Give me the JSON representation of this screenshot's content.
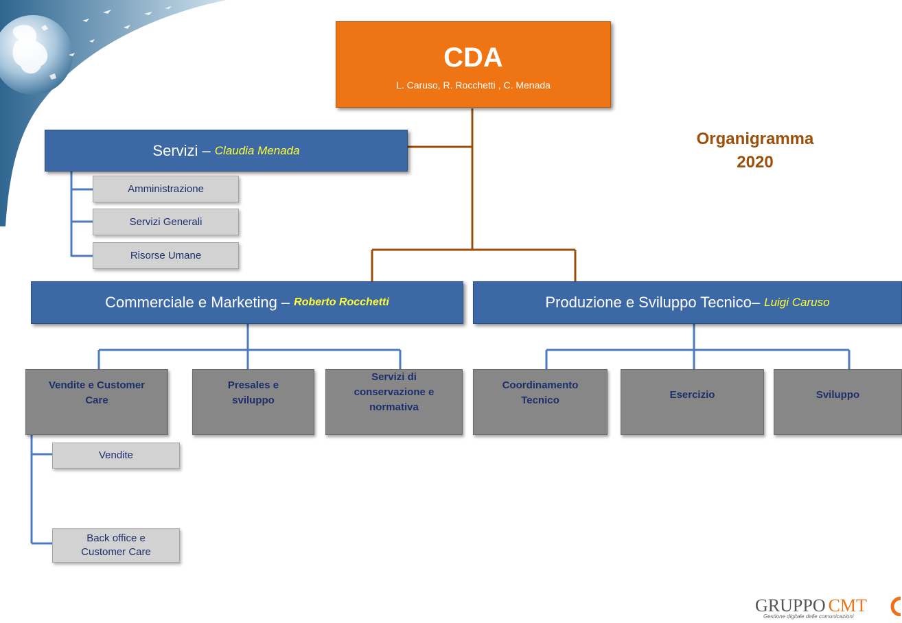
{
  "title": {
    "line1": "Organigramma",
    "line2": "2020"
  },
  "cda": {
    "title": "CDA",
    "members": "L. Caruso, R. Rocchetti , C. Menada"
  },
  "servizi": {
    "label": "Servizi –",
    "head": "Claudia Menada",
    "sub": [
      "Amministrazione",
      "Servizi Generali",
      "Risorse Umane"
    ]
  },
  "commerciale": {
    "label": "Commerciale e Marketing –",
    "head": "Roberto Rocchetti",
    "units": [
      {
        "l1": "Vendite e Customer",
        "l2": "Care"
      },
      {
        "l1": "Presales e",
        "l2": "sviluppo"
      },
      {
        "l1": "Servizi di",
        "l2": "conservazione e",
        "l3": "normativa"
      }
    ],
    "sub": [
      {
        "l1": "Vendite"
      },
      {
        "l1": "Back office e",
        "l2": "Customer Care"
      }
    ]
  },
  "produzione": {
    "label": "Produzione e Sviluppo Tecnico–",
    "head": "Luigi Caruso",
    "units": [
      {
        "l1": "Coordinamento",
        "l2": "Tecnico"
      },
      {
        "l1": "Esercizio"
      },
      {
        "l1": "Sviluppo"
      }
    ]
  },
  "logo": {
    "gruppo": "GRUPPO",
    "cmt": "CMT",
    "tagline": "Gestione digitale delle comunicazioni"
  },
  "colors": {
    "orange": "#ef7414",
    "blue": "#3d68a6",
    "gray": "#878787",
    "light_gray": "#d2d2d2",
    "brown_connector": "#9c4f0a",
    "blue_connector": "#4a7bc0",
    "name_yellow": "#ffff33"
  }
}
